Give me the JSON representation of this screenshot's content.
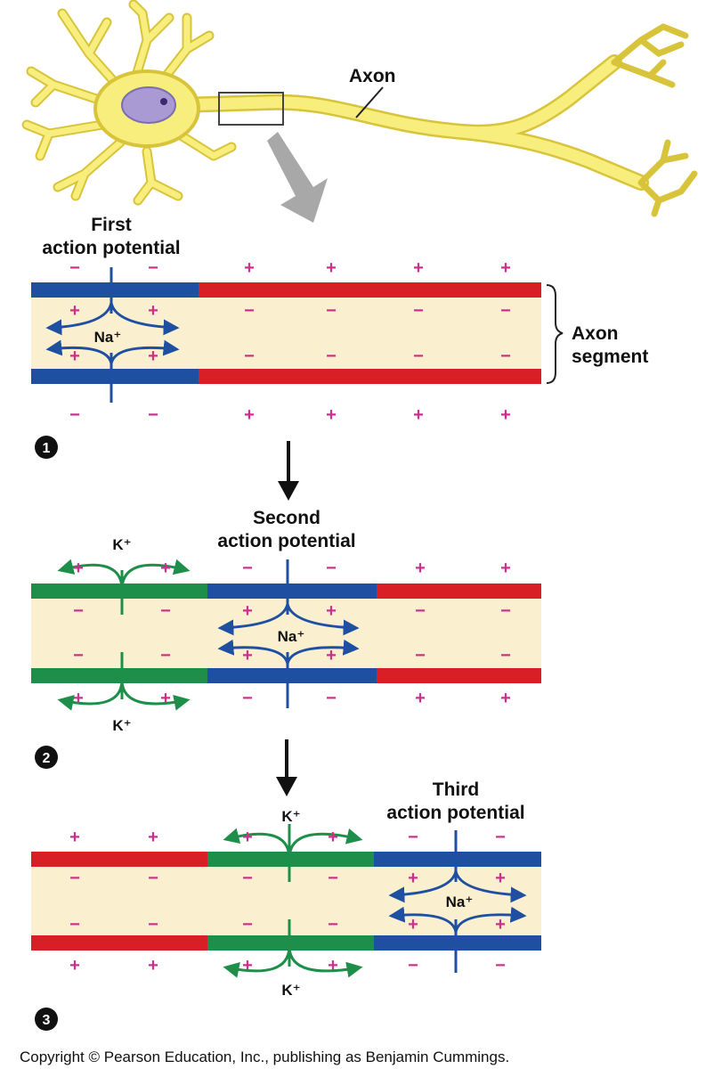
{
  "labels": {
    "axon": "Axon",
    "axon_segment_line1": "Axon",
    "axon_segment_line2": "segment",
    "first_line1": "First",
    "first_line2": "action potential",
    "second_line1": "Second",
    "second_line2": "action potential",
    "third_line1": "Third",
    "third_line2": "action potential",
    "step1": "1",
    "step2": "2",
    "step3": "3",
    "na": "Na⁺",
    "k": "K⁺",
    "copyright": "Copyright © Pearson Education, Inc., publishing as Benjamin Cummings."
  },
  "colors": {
    "resting": "#d91f26",
    "depolarized": "#1f4fa0",
    "repolarized": "#1e8f4a",
    "axoplasm": "#faf0cf",
    "neuron": "#f8ee7d",
    "neuron_outline": "#d8c43b",
    "nucleus": "#a99ad3",
    "charge": "#cc2f8c",
    "na_arrow": "#1f4fa0",
    "k_arrow": "#1e8f4a"
  }
}
